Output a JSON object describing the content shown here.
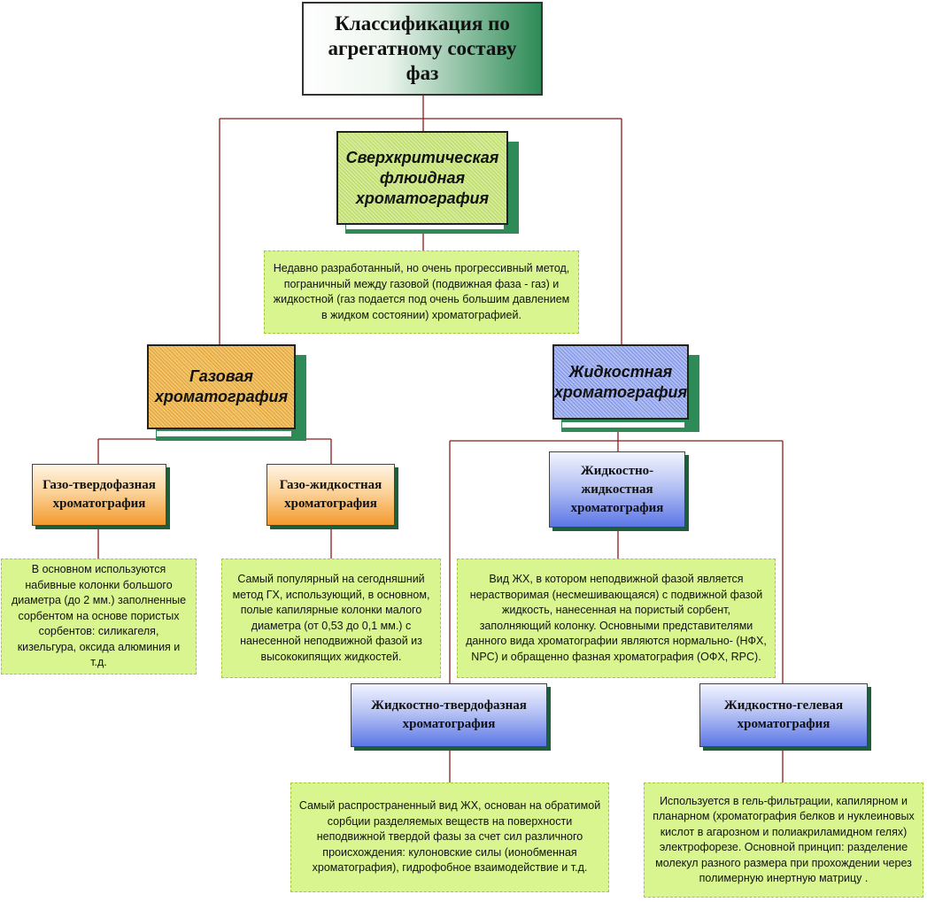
{
  "title": "Классификация по агрегатному составу фаз",
  "supercritical": {
    "label": "Сверхкритическая флюидная хроматография",
    "note": "Недавно разработанный, но очень прогрессивный метод, пограничный между газовой (подвижная фаза - газ) и жидкостной (газ подается под очень большим давлением в жидком состоянии) хроматографией."
  },
  "gas": {
    "label": "Газовая хроматография",
    "solid": {
      "label": "Газо-твердофазная хроматография",
      "note": "В основном используются набивные колонки большого диаметра (до 2 мм.) заполненные сорбентом на основе пористых сорбентов: силикагеля, кизельгура, оксида алюминия и т.д."
    },
    "liquid": {
      "label": "Газо-жидкостная хроматография",
      "note": "Самый популярный на сегодняшний метод ГХ, использующий, в основном, полые капилярные колонки малого диаметра (от 0,53 до 0,1 мм.) с нанесенной неподвижной фазой из высококипящих жидкостей."
    }
  },
  "liquid": {
    "label": "Жидкостная хроматография",
    "ll": {
      "label": "Жидкостно-жидкостная хроматография",
      "note": "Вид ЖХ, в котором неподвижной фазой является нерастворимая (несмешивающаяся) с подвижной фазой жидкость, нанесенная на пористый сорбент, заполняющий колонку. Основными представителями данного вида хроматографии являются нормально- (НФХ, NPC) и обращенно фазная хроматография (ОФХ, RPC)."
    },
    "ls": {
      "label": "Жидкостно-твердофазная хроматография",
      "note": "Самый распространенный вид ЖХ, основан на обратимой сорбции разделяемых веществ на поверхности неподвижной твердой фазы за счет сил различного происхождения: кулоновские силы (ионобменная хроматография), гидрофобное взаимодействие и т.д."
    },
    "gel": {
      "label": "Жидкостно-гелевая хроматография",
      "note": "Используется в гель-фильтрации, капилярном и планарном (хроматография белков и нуклеиновых кислот в агарозном и полиакриламидном гелях) электрофорезе. Основной принцип: разделение молекул разного размера при прохождении через полимерную инертную матрицу ."
    }
  }
}
